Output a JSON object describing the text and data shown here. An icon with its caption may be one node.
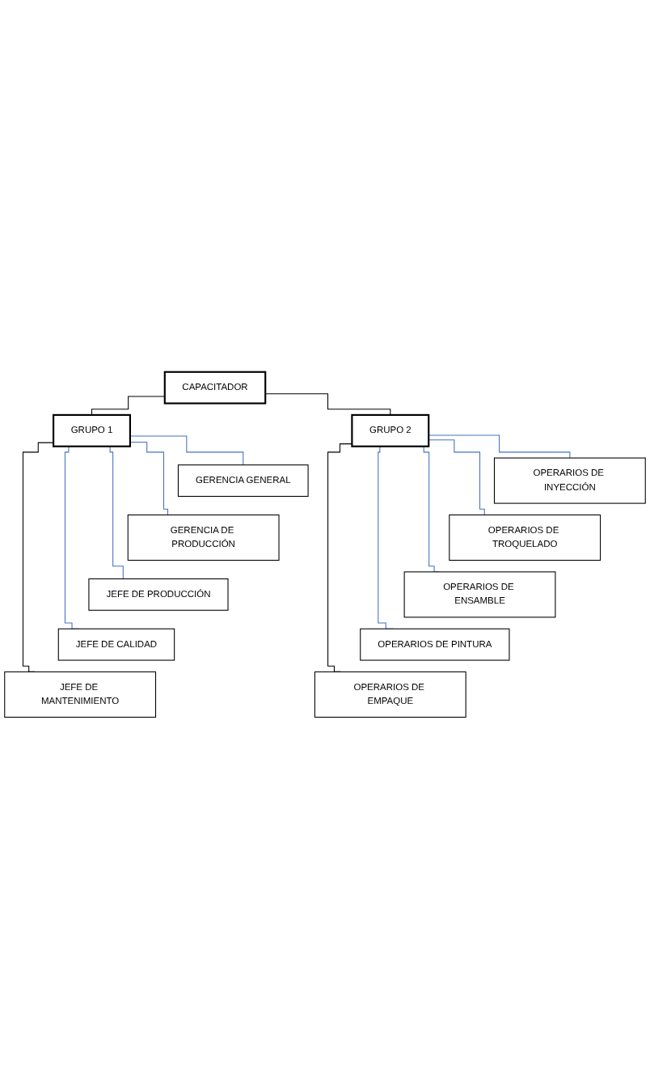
{
  "diagram": {
    "nodes": [
      {
        "text": [
          "CAPACITADOR"
        ]
      },
      {
        "text": [
          "GRUPO 1"
        ]
      },
      {
        "text": [
          "GRUPO 2"
        ]
      },
      {
        "text": [
          "GERENCIA GENERAL"
        ]
      },
      {
        "text": [
          "GERENCIA DE PRODUCCIÓN"
        ]
      },
      {
        "text": [
          "JEFE DE PRODUCCIÓN"
        ]
      },
      {
        "text": [
          "JEFE DE CALIDAD"
        ]
      },
      {
        "text": [
          "JEFE DE MANTENIMIENTO"
        ]
      },
      {
        "text": [
          "OPERARIOS DE INYECCIÓN"
        ]
      },
      {
        "text": [
          "OPERARIOS DE TROQUELADO"
        ]
      },
      {
        "text": [
          "OPERARIOS DE ENSAMBLE"
        ]
      },
      {
        "text": [
          "OPERARIOS DE PINTURA"
        ]
      },
      {
        "text": [
          "OPERARIOS DE EMPAQUE"
        ]
      }
    ],
    "edges": [
      {
        "from": 0,
        "to": 1,
        "arrow": "none",
        "color": "#000000"
      },
      {
        "from": 0,
        "to": 2,
        "arrow": "none",
        "color": "#000000"
      },
      {
        "from": 1,
        "to": 3,
        "arrow": "none"
      },
      {
        "from": 1,
        "to": 4,
        "arrow": "none"
      },
      {
        "from": 1,
        "to": 5,
        "arrow": "none"
      },
      {
        "from": 1,
        "to": 6,
        "arrow": "none"
      },
      {
        "from": 1,
        "to": 7,
        "arrow": "none",
        "color": "#000000"
      },
      {
        "from": 2,
        "to": 8,
        "arrow": "none"
      },
      {
        "from": 2,
        "to": 9,
        "arrow": "none"
      },
      {
        "from": 2,
        "to": 10,
        "arrow": "none"
      },
      {
        "from": 2,
        "to": 11,
        "arrow": "none"
      },
      {
        "from": 2,
        "to": 12,
        "arrow": "none",
        "color": "#000000"
      }
    ]
  }
}
